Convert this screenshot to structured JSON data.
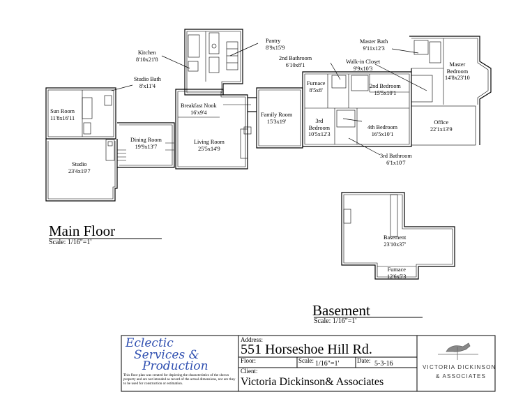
{
  "main_floor": {
    "title": "Main Floor",
    "scale": "Scale: 1/16\"=1'",
    "rooms": [
      {
        "key": "pantry",
        "name": "Pantry",
        "dims": "8'9x15'9"
      },
      {
        "key": "kitchen",
        "name": "Kitchen",
        "dims": "8'10x21'8"
      },
      {
        "key": "studio_bath",
        "name": "Studio Bath",
        "dims": "8'x11'4"
      },
      {
        "key": "second_bathroom",
        "name": "2nd Bathroom",
        "dims": "6'10x8'1"
      },
      {
        "key": "master_bath",
        "name": "Master Bath",
        "dims": "9'11x12'3"
      },
      {
        "key": "master_bedroom",
        "name": "Master Bedroom",
        "dims": "14'8x23'10"
      },
      {
        "key": "walkin_closet",
        "name": "Walk-in Closet",
        "dims": "9'9x10'3"
      },
      {
        "key": "furnace",
        "name": "Furnace",
        "dims": "8'5x8'"
      },
      {
        "key": "second_bedroom",
        "name": "2nd Bedroom",
        "dims": "15'5x10'1"
      },
      {
        "key": "breakfast_nook",
        "name": "Breakfast Nook",
        "dims": "16'x9'4"
      },
      {
        "key": "sun_room",
        "name": "Sun Room",
        "dims": "11'8x16'11"
      },
      {
        "key": "family_room",
        "name": "Family Room",
        "dims": "15'3x19'"
      },
      {
        "key": "third_bedroom",
        "name": "3rd Bedroom",
        "dims": "10'5x12'3"
      },
      {
        "key": "fourth_bedroom",
        "name": "4th Bedroom",
        "dims": "16'5x10'1"
      },
      {
        "key": "office",
        "name": "Office",
        "dims": "22'1x13'9"
      },
      {
        "key": "dining_room",
        "name": "Dining Room",
        "dims": "19'9x13'7"
      },
      {
        "key": "living_room",
        "name": "Living Room",
        "dims": "25'5x14'9"
      },
      {
        "key": "studio",
        "name": "Studio",
        "dims": "23'4x19'7"
      },
      {
        "key": "third_bathroom",
        "name": "3rd Bathroom",
        "dims": "6'1x10'7"
      }
    ]
  },
  "basement": {
    "title": "Basement",
    "scale": "Scale: 1/16\"=1'",
    "rooms": [
      {
        "key": "basement",
        "name": "Basement",
        "dims": "23'10x37'"
      },
      {
        "key": "basement_furnace",
        "name": "Furnace",
        "dims": "12'6x5'3"
      }
    ]
  },
  "title_block": {
    "company_line1": "Eclectic",
    "company_line2": "Services &",
    "company_line3": "Production",
    "disclaimer": "This floor plan was created for depicting the characteristics of the shown property and are not intended as record of the actual dimensions, nor are they to be used for construction or estimation.",
    "address_label": "Address:",
    "address": "551 Horseshoe Hill Rd.",
    "floor_label": "Floor:",
    "floor_value": "",
    "scale_label": "Scale:",
    "scale_value": "1/16\"=1'",
    "date_label": "Date:",
    "date_value": "5-3-16",
    "client_label": "Client:",
    "client": "Victoria Dickinson& Associates",
    "brand_line1": "VICTORIA DICKINSON",
    "brand_line2": "& ASSOCIATES"
  },
  "colors": {
    "line": "#000000",
    "logo_blue": "#2f4fb0",
    "brand_gray": "#555555"
  }
}
